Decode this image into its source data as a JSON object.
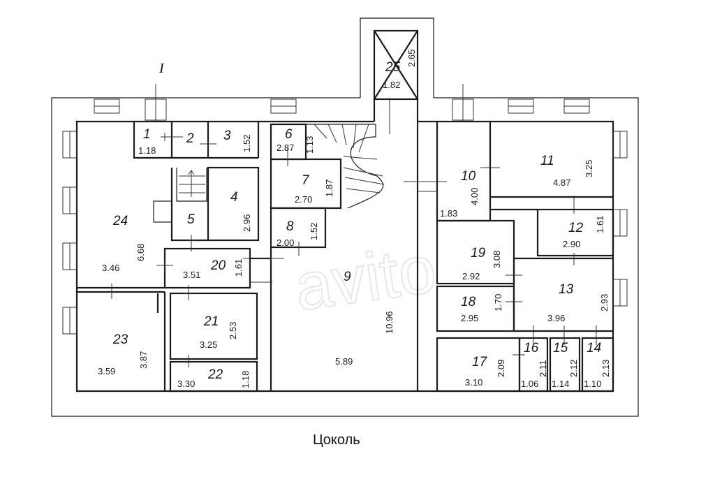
{
  "caption": "Цоколь",
  "section_mark": "I",
  "watermark": "avito",
  "rooms": [
    {
      "id": "1",
      "dims": [
        "1.18"
      ]
    },
    {
      "id": "2",
      "dims": []
    },
    {
      "id": "3",
      "dims": [
        "1.52"
      ]
    },
    {
      "id": "4",
      "dims": [
        "2.96"
      ]
    },
    {
      "id": "5",
      "dims": []
    },
    {
      "id": "6",
      "dims": [
        "2.87",
        "1.13"
      ]
    },
    {
      "id": "7",
      "dims": [
        "2.70",
        "1.87"
      ]
    },
    {
      "id": "8",
      "dims": [
        "2.00",
        "1.52"
      ]
    },
    {
      "id": "9",
      "dims": [
        "10.96",
        "5.89"
      ]
    },
    {
      "id": "10",
      "dims": [
        "4.00",
        "1.83"
      ]
    },
    {
      "id": "11",
      "dims": [
        "4.87",
        "3.25"
      ]
    },
    {
      "id": "12",
      "dims": [
        "2.90",
        "1.61"
      ]
    },
    {
      "id": "13",
      "dims": [
        "3.96",
        "2.93"
      ]
    },
    {
      "id": "14",
      "dims": [
        "1.10",
        "2.13"
      ]
    },
    {
      "id": "15",
      "dims": [
        "1.14",
        "2.12"
      ]
    },
    {
      "id": "16",
      "dims": [
        "1.06",
        "2.11"
      ]
    },
    {
      "id": "17",
      "dims": [
        "3.10",
        "2.09"
      ]
    },
    {
      "id": "18",
      "dims": [
        "2.95",
        "1.70"
      ]
    },
    {
      "id": "19",
      "dims": [
        "2.92",
        "3.08"
      ]
    },
    {
      "id": "20",
      "dims": [
        "3.51",
        "1.61"
      ]
    },
    {
      "id": "21",
      "dims": [
        "3.25",
        "2.53"
      ]
    },
    {
      "id": "22",
      "dims": [
        "3.30",
        "1.18"
      ]
    },
    {
      "id": "23",
      "dims": [
        "3.59",
        "3.87"
      ]
    },
    {
      "id": "24",
      "dims": [
        "3.46",
        "6.68"
      ]
    },
    {
      "id": "25",
      "dims": [
        "1.82",
        "2.65"
      ]
    }
  ]
}
